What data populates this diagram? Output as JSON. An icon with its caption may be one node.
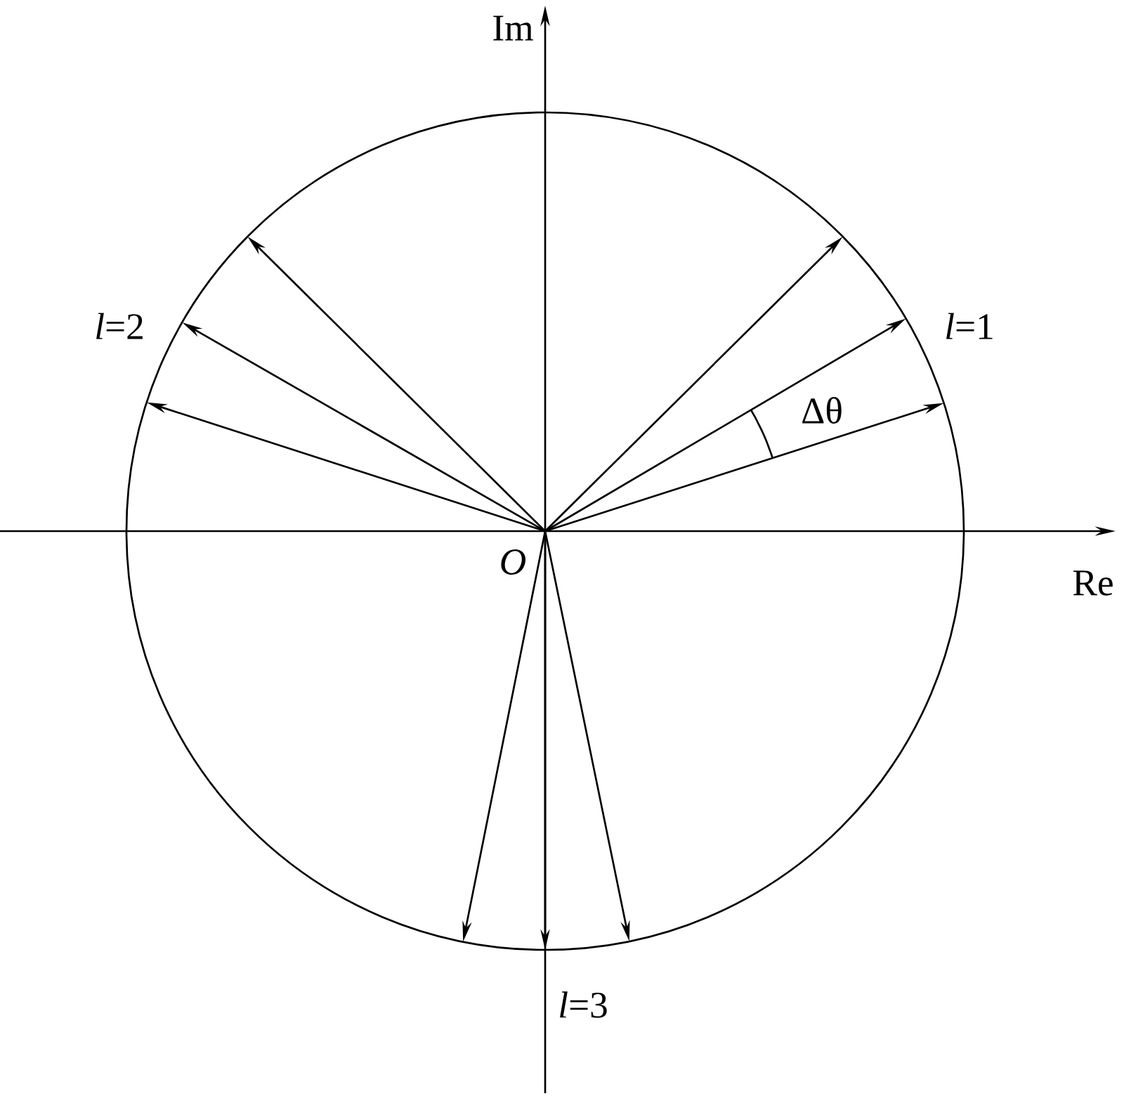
{
  "diagram": {
    "labels": [
      "Im",
      "*l*=2",
      "*l*=1",
      "Δθ",
      "*O*",
      "Re",
      "*l*=3"
    ]
  }
}
